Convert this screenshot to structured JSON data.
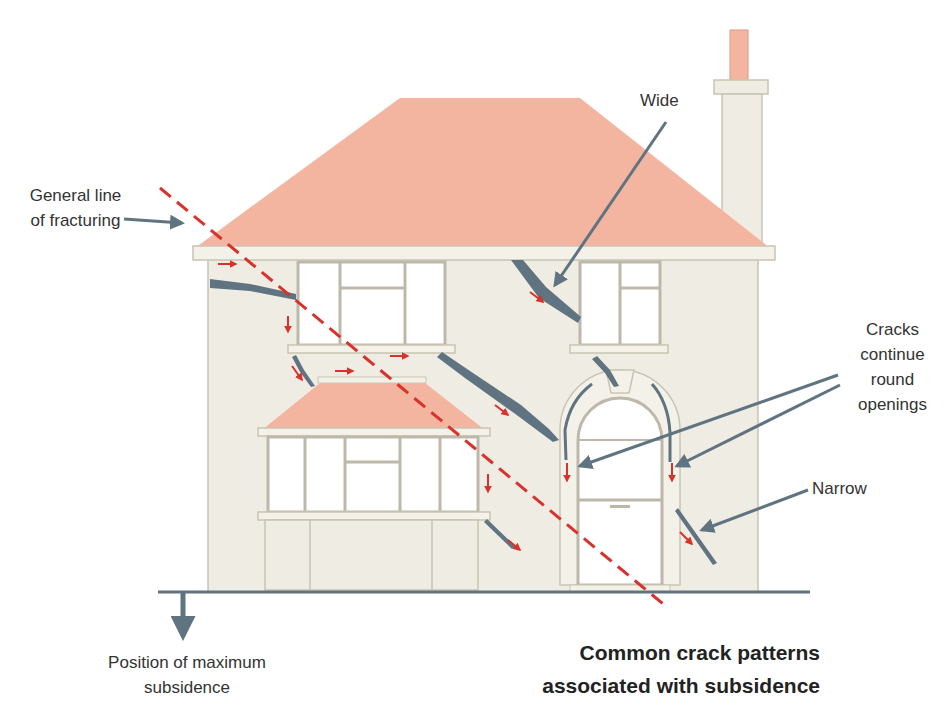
{
  "diagram": {
    "title": "Common crack patterns associated with subsidence",
    "labels": [
      "General line of fracturing",
      "Wide",
      "Cracks continue round openings",
      "Narrow",
      "Position of maximum subsidence"
    ]
  }
}
